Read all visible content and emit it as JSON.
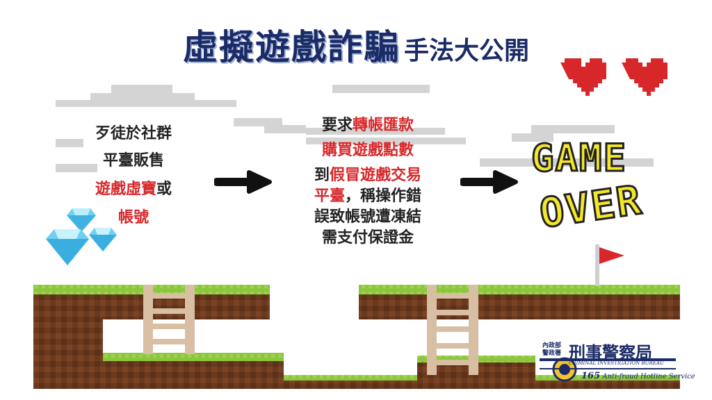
{
  "title": {
    "main": "虛擬遊戲詐騙",
    "sub": "手法大公開"
  },
  "step1": {
    "line1": "歹徒於社群",
    "line2": "平臺販售",
    "line3_red": "遊戲虛寶",
    "line3_black": "或",
    "line4_red": "帳號"
  },
  "step2": {
    "l1_a": "要求",
    "l1_red": "轉帳匯款",
    "l2_red": "購買遊戲點數",
    "l3_a": "到",
    "l3_red": "假冒遊戲交易",
    "l4_red": "平臺",
    "l4_b": "，稱操作錯",
    "l5": "誤致帳號遭凍結",
    "l6": "需支付保證金"
  },
  "game_over": {
    "line1": "GAME",
    "line2": "OVER"
  },
  "logo": {
    "org_small_1": "內政部",
    "org_small_2": "警政署",
    "org_name": "刑事警察局",
    "org_en": "CRIMINAL INVESTIGATION BUREAU",
    "hotline_num": "165",
    "hotline_text": "Anti-fraud Hotline Service"
  },
  "colors": {
    "navy": "#1a2b66",
    "red": "#d8272a",
    "grass": "#8cc63f",
    "dirt": "#6b3a1e",
    "yellow": "#f4e628"
  },
  "icons": [
    "diamond-icon",
    "heart-icon",
    "arrow-right-icon",
    "flag-icon",
    "ladder-icon"
  ]
}
